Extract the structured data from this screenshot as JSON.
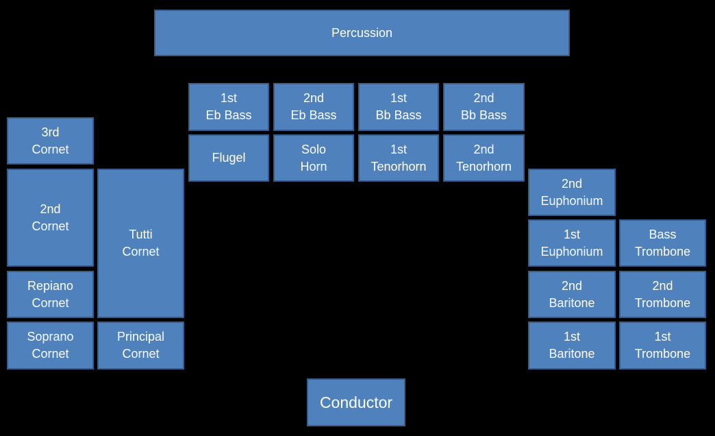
{
  "title": "",
  "colors": {
    "background": "#000000",
    "box_fill": "#4f81bd",
    "box_border": "#385d8a",
    "text": "#ffffff"
  },
  "sections": {
    "percussion": {
      "lines": [
        "Percussion"
      ]
    },
    "eb_bass_1": {
      "lines": [
        "1st",
        "Eb Bass"
      ]
    },
    "eb_bass_2": {
      "lines": [
        "2nd",
        "Eb Bass"
      ]
    },
    "bb_bass_1": {
      "lines": [
        "1st",
        "Bb Bass"
      ]
    },
    "bb_bass_2": {
      "lines": [
        "2nd",
        "Bb Bass"
      ]
    },
    "flugel": {
      "lines": [
        "Flugel"
      ]
    },
    "solo_horn": {
      "lines": [
        "Solo",
        "Horn"
      ]
    },
    "tenorhorn_1": {
      "lines": [
        "1st",
        "Tenorhorn"
      ]
    },
    "tenorhorn_2": {
      "lines": [
        "2nd",
        "Tenorhorn"
      ]
    },
    "cornet_3": {
      "lines": [
        "3rd",
        "Cornet"
      ]
    },
    "cornet_2": {
      "lines": [
        "2nd",
        "Cornet"
      ]
    },
    "tutti_cornet": {
      "lines": [
        "Tutti",
        "Cornet"
      ]
    },
    "repiano": {
      "lines": [
        "Repiano",
        "Cornet"
      ]
    },
    "soprano": {
      "lines": [
        "Soprano",
        "Cornet"
      ]
    },
    "principal": {
      "lines": [
        "Principal",
        "Cornet"
      ]
    },
    "euphonium_2": {
      "lines": [
        "2nd",
        "Euphonium"
      ]
    },
    "euphonium_1": {
      "lines": [
        "1st",
        "Euphonium"
      ]
    },
    "bass_trombone": {
      "lines": [
        "Bass",
        "Trombone"
      ]
    },
    "baritone_2": {
      "lines": [
        "2nd",
        "Baritone"
      ]
    },
    "trombone_2": {
      "lines": [
        "2nd",
        "Trombone"
      ]
    },
    "baritone_1": {
      "lines": [
        "1st",
        "Baritone"
      ]
    },
    "trombone_1": {
      "lines": [
        "1st",
        "Trombone"
      ]
    },
    "conductor": {
      "lines": [
        "Conductor"
      ]
    }
  }
}
